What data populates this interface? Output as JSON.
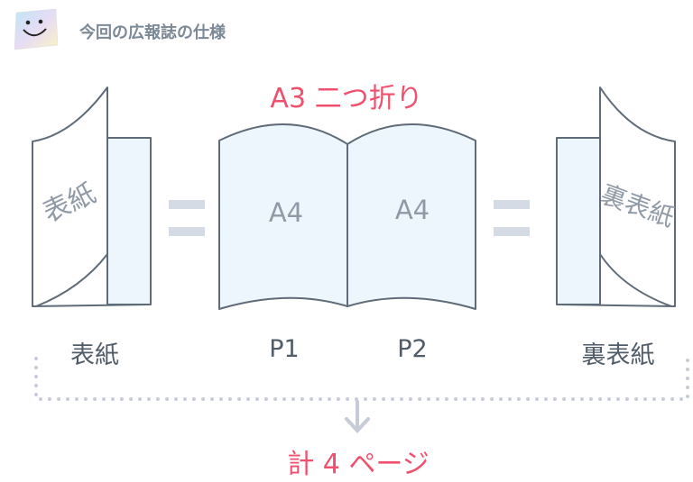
{
  "header": {
    "title": "今回の広報誌の仕様",
    "icon": "smiley-sticky-note-icon"
  },
  "diagram": {
    "format_label": "A3 二つ折り",
    "front_cover_page_text": "表紙",
    "spread_left_text": "A4",
    "spread_right_text": "A4",
    "back_cover_page_text": "裏表紙",
    "labels": [
      "表紙",
      "P1",
      "P2",
      "裏表紙"
    ],
    "total_label": "計 4 ページ"
  },
  "colors": {
    "accent": "#f0506e",
    "page_fill": "#eef6fd",
    "stroke": "#5f6b78",
    "muted": "#d5dbe5"
  }
}
